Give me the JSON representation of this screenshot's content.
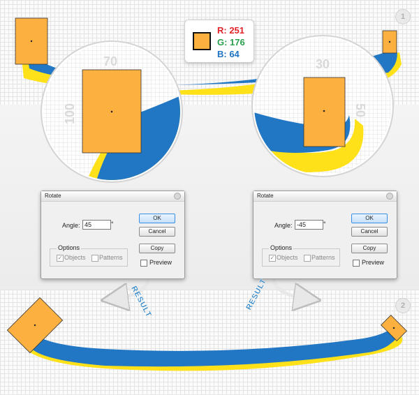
{
  "steps": [
    "1",
    "2"
  ],
  "dimensions": {
    "left_width": "70",
    "left_height": "100",
    "right_width": "30",
    "right_height": "50"
  },
  "color_readout": {
    "r": "R: 251",
    "g": "G: 176",
    "b": "B: 64",
    "swatch_hex": "#fbb040",
    "r_color": "#e2232a",
    "g_color": "#2aa14f",
    "b_color": "#1f73c4"
  },
  "colors": {
    "blue": "#2277c4",
    "yellow": "#ffe11a",
    "orange": "#fbb040"
  },
  "dialogs": [
    {
      "title": "Rotate",
      "angle_label": "Angle:",
      "angle_value": "45",
      "degree_symbol": "°",
      "options_label": "Options",
      "objects_label": "Objects",
      "patterns_label": "Patterns",
      "ok_label": "OK",
      "cancel_label": "Cancel",
      "copy_label": "Copy",
      "preview_label": "Preview"
    },
    {
      "title": "Rotate",
      "angle_label": "Angle:",
      "angle_value": "-45",
      "degree_symbol": "°",
      "options_label": "Options",
      "objects_label": "Objects",
      "patterns_label": "Patterns",
      "ok_label": "OK",
      "cancel_label": "Cancel",
      "copy_label": "Copy",
      "preview_label": "Preview"
    }
  ],
  "result_label": "RESULT"
}
